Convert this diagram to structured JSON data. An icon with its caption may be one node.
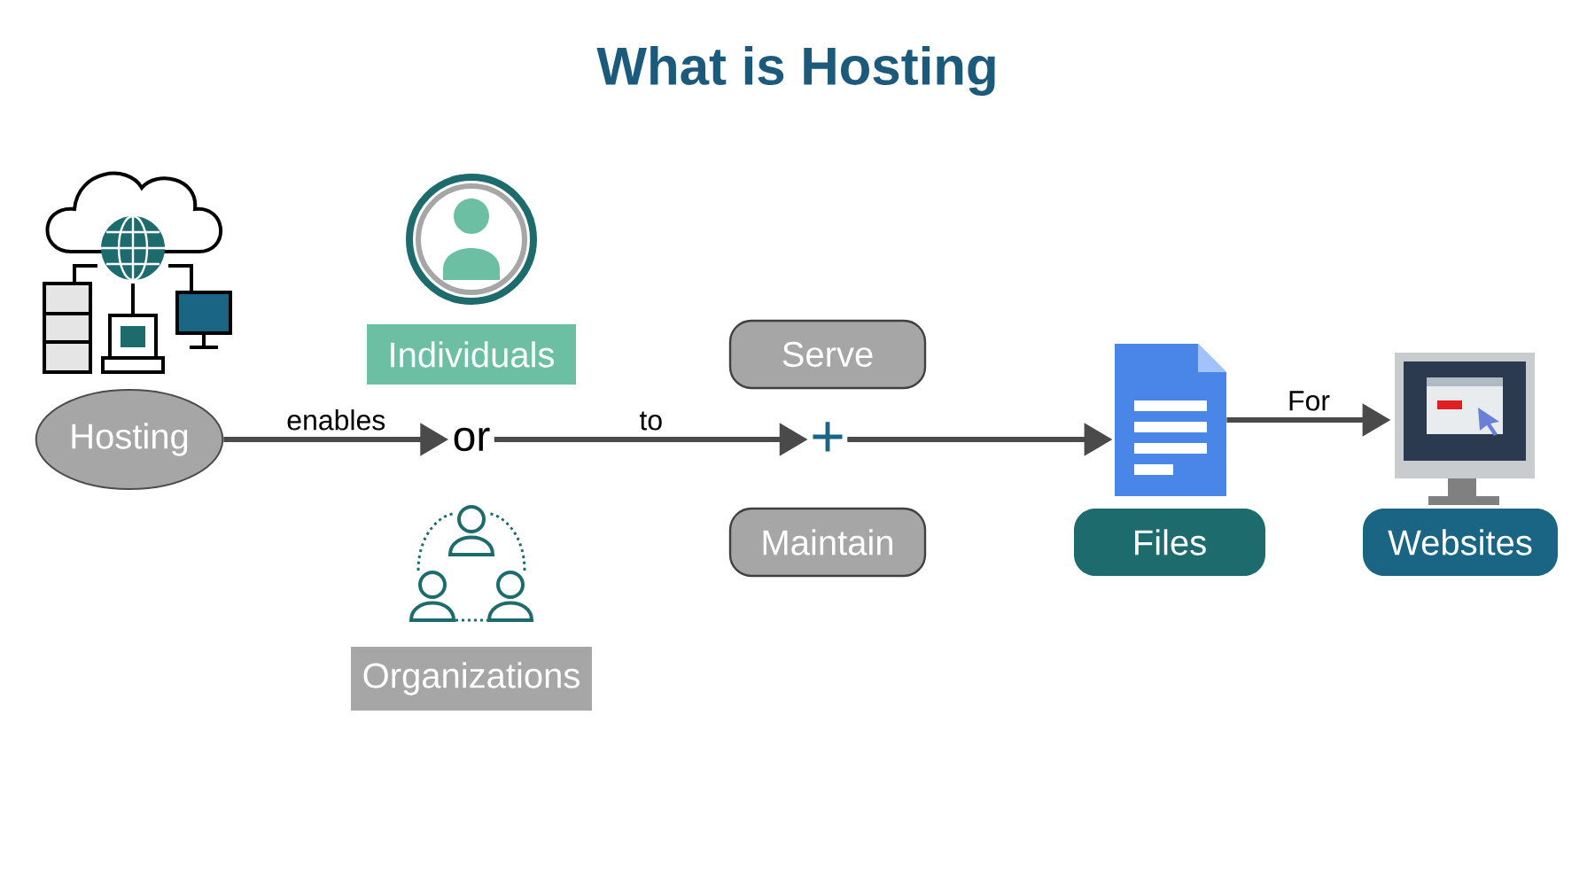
{
  "diagram": {
    "title": "What is Hosting",
    "nodes": [
      {
        "text": [
          "Hosting"
        ]
      },
      {
        "text": [
          "Individuals"
        ]
      },
      {
        "text": [
          "or"
        ]
      },
      {
        "text": [
          "Organizations"
        ]
      },
      {
        "text": [
          "Serve"
        ]
      },
      {
        "text": [
          "+"
        ]
      },
      {
        "text": [
          "Maintain"
        ]
      },
      {
        "text": [],
        "shape": "picture"
      },
      {
        "text": [
          "Files"
        ]
      },
      {
        "text": [],
        "shape": "picture"
      },
      {
        "text": [
          "Websites"
        ]
      }
    ],
    "edges": [
      {
        "from": 0,
        "to": 2,
        "arrow": "to",
        "label": "enables"
      },
      {
        "from": 2,
        "to": 5,
        "arrow": "to",
        "label": "to"
      },
      {
        "from": 5,
        "to": 7,
        "arrow": "to"
      },
      {
        "from": 7,
        "to": 9,
        "arrow": "to",
        "label": "For"
      }
    ]
  }
}
